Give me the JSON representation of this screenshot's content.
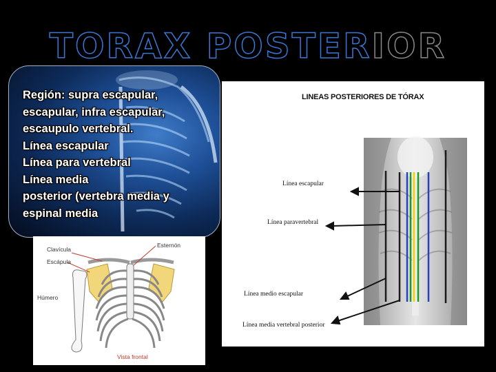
{
  "slide": {
    "title_main": "TORAX POSTER",
    "title_tail": "IOR"
  },
  "text_block": {
    "lines": [
      "Región: supra escapular,",
      "escapular, infra escapular,",
      "escaupulo vertebral.",
      "Línea escapular",
      "Línea para vertebral",
      "Línea media",
      "posterior (vertebra media y",
      "espinal media"
    ]
  },
  "rib_diagram": {
    "labels": {
      "clavicula": "Clavícula",
      "escapula": "Escápula",
      "humero": "Húmero",
      "esternon": "Esternón",
      "caption": "Vista frontal"
    }
  },
  "lines_diagram": {
    "title": "LINEAS POSTERIORES DE TÓRAX",
    "labels": [
      "Línea escapular",
      "Línea paravertebral",
      "Línea medio escapular",
      "Línea media vertebral posterior"
    ],
    "line_colors": [
      "#1a1a1a",
      "#2a3fbf",
      "#1d9a2a",
      "#f0d000"
    ]
  }
}
